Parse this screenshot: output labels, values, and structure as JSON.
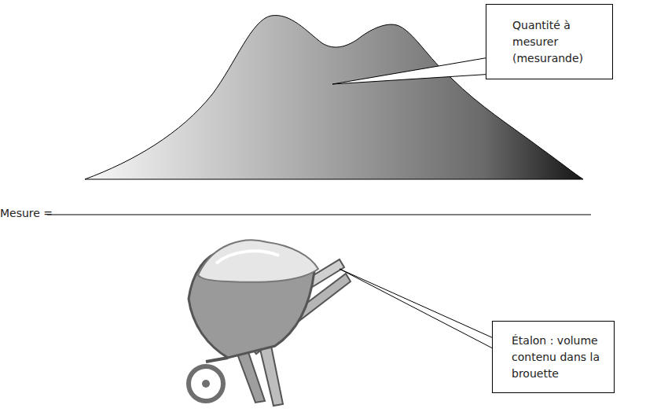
{
  "diagram": {
    "nodes": [
      {
        "text": [
          "Quantité à mesurer (mesurande)"
        ]
      },
      {
        "text": [
          "Étalon : volume contenu dans la brouette"
        ]
      }
    ],
    "labels": [
      "Mesure ="
    ]
  }
}
